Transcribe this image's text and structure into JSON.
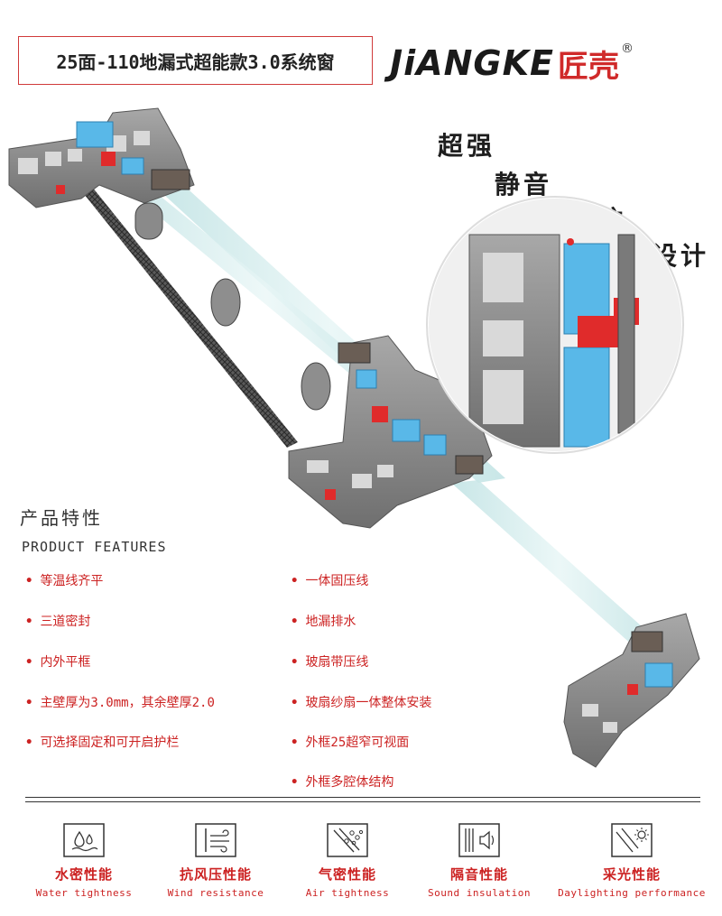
{
  "title": "25面-110地漏式超能款3.0系统窗",
  "brand": {
    "latin": "JiANGKE",
    "cn": "匠壳",
    "reg": "®"
  },
  "slogans": [
    "超强",
    "静音",
    "波纹",
    "设计"
  ],
  "features": {
    "heading_cn": "产品特性",
    "heading_en": "PRODUCT FEATURES",
    "bullet": "•",
    "left": [
      "等温线齐平",
      "三道密封",
      "内外平框",
      "主壁厚为3.0mm，其余壁厚2.0",
      "可选择固定和可开启护栏"
    ],
    "right": [
      "一体固压线",
      "地漏排水",
      "玻扇带压线",
      "玻扇纱扇一体整体安装",
      "外框25超窄可视面",
      "外框多腔体结构"
    ]
  },
  "performance": [
    {
      "cn": "水密性能",
      "en": "Water tightness",
      "icon": "water-drop-icon"
    },
    {
      "cn": "抗风压性能",
      "en": "Wind resistance",
      "icon": "wind-icon"
    },
    {
      "cn": "气密性能",
      "en": "Air tightness",
      "icon": "air-bubbles-icon"
    },
    {
      "cn": "隔音性能",
      "en": "Sound insulation",
      "icon": "speaker-icon"
    },
    {
      "cn": "采光性能",
      "en": "Daylighting performance",
      "icon": "sun-icon"
    }
  ],
  "colors": {
    "accent_red": "#cc2222",
    "profile_gray": "#8a8a8a",
    "gasket_blue": "#59b8e8",
    "glass": "#cfe9ea"
  }
}
